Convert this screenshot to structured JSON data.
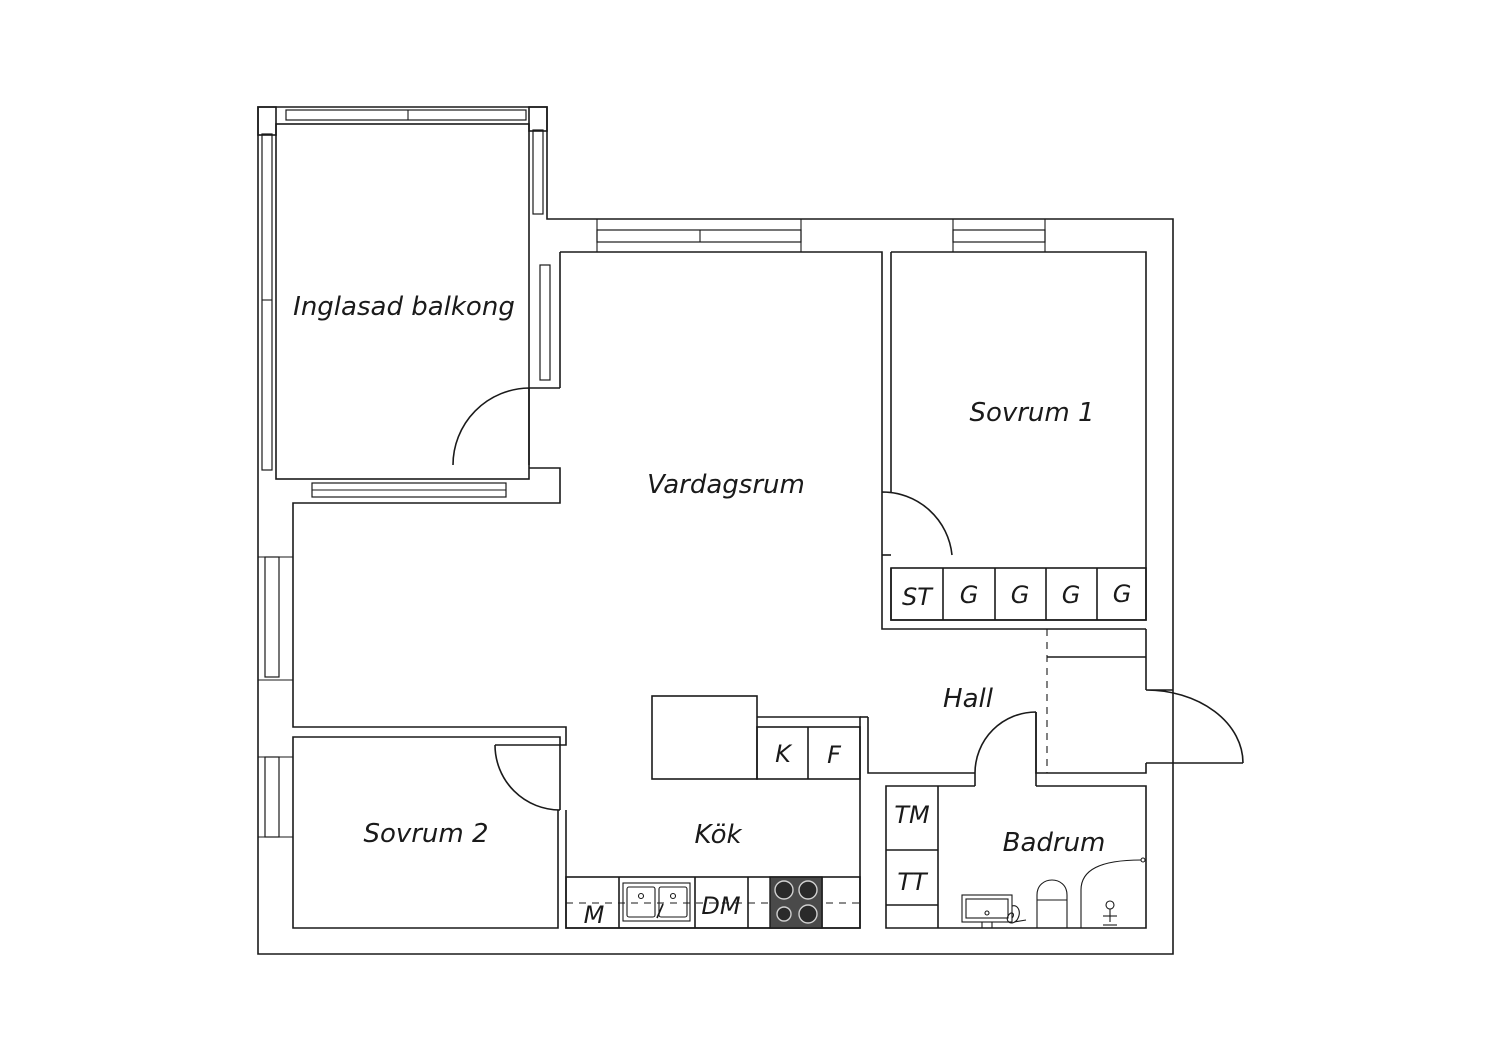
{
  "rooms": {
    "balcony": "Inglasad balkong",
    "living": "Vardagsrum",
    "bedroom1": "Sovrum 1",
    "bedroom2": "Sovrum 2",
    "kitchen": "Kök",
    "hall": "Hall",
    "bathroom": "Badrum"
  },
  "fixtures": {
    "st": "ST",
    "g1": "G",
    "g2": "G",
    "g3": "G",
    "g4": "G",
    "k": "K",
    "f": "F",
    "m": "M",
    "dm": "DM",
    "tm": "TM",
    "tt": "TT"
  },
  "icons": {
    "sink": "kitchen-sink-icon",
    "stove": "stove-icon",
    "washbasin": "washbasin-icon",
    "toilet": "toilet-icon",
    "shower": "shower-icon"
  },
  "colors": {
    "line": "#1a1a1a",
    "stove": "#4a4a4a",
    "background": "#ffffff"
  }
}
